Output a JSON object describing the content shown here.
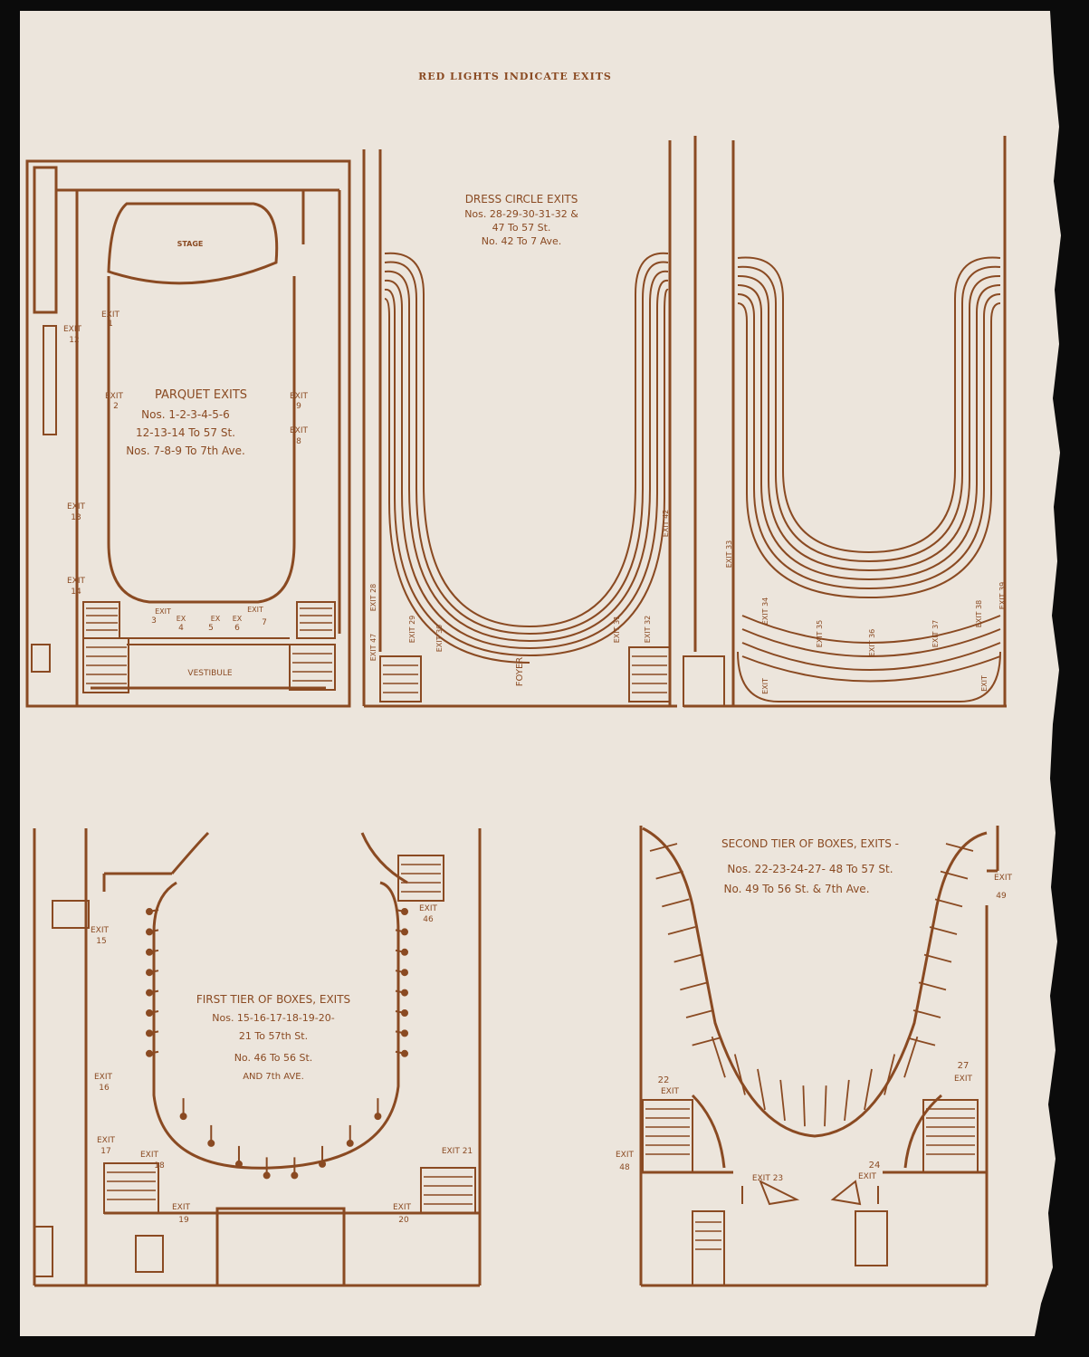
{
  "header": {
    "title": "RED LIGHTS INDICATE EXITS"
  },
  "colors": {
    "paper": "#ece5dc",
    "ink": "#8a4a22",
    "background": "#0b0b0b"
  },
  "parquet": {
    "stage": "STAGE",
    "vestibule": "VESTIBULE",
    "caption": [
      "PARQUET EXITS",
      "Nos. 1-2-3-4-5-6",
      "12-13-14 To 57 St.",
      "Nos. 7-8-9 To 7th Ave."
    ],
    "exits": {
      "e1": [
        "EXIT",
        "1"
      ],
      "e2": [
        "EXIT",
        "2"
      ],
      "e12": [
        "EXIT",
        "12"
      ],
      "e13": [
        "EXIT",
        "13"
      ],
      "e14": [
        "EXIT",
        "14"
      ],
      "e9": [
        "EXIT",
        "9"
      ],
      "e8": [
        "EXIT",
        "8"
      ],
      "e3": [
        "EXIT",
        "3"
      ],
      "e4": [
        "EX",
        "4"
      ],
      "e5": [
        "EX",
        "5"
      ],
      "e6": [
        "EX",
        "6"
      ],
      "e7": [
        "EXIT",
        "7"
      ]
    }
  },
  "dress_circle": {
    "caption": [
      "DRESS CIRCLE EXITS",
      "Nos. 28-29-30-31-32 &",
      "47 To 57 St.",
      "No. 42 To 7 Ave."
    ],
    "foyer": "FOYER",
    "exits": {
      "e28": "EXIT 28",
      "e47": "EXIT 47",
      "e29": "EXIT 29",
      "e30": "EXIT 30",
      "e31": "EXIT 31",
      "e32": "EXIT 32",
      "e42": "EXIT 42"
    }
  },
  "balcony": {
    "exits": {
      "e33": "EXIT 33",
      "e34": "EXIT 34",
      "e35": "EXIT 35",
      "e36": "EXIT 36",
      "e37": "EXIT 37",
      "e38": "EXIT 38",
      "e39": "EXIT 39",
      "ea": "EXIT",
      "eb": "EXIT"
    }
  },
  "first_tier": {
    "caption": [
      "FIRST TIER OF BOXES, EXITS",
      "Nos. 15-16-17-18-19-20-",
      "21 To 57th St.",
      "No. 46 To 56 St.",
      "AND 7th AVE."
    ],
    "exits": {
      "e15": [
        "EXIT",
        "15"
      ],
      "e16": [
        "EXIT",
        "16"
      ],
      "e17": [
        "EXIT",
        "17"
      ],
      "e18": [
        "EXIT",
        "18"
      ],
      "e19": [
        "EXIT",
        "19"
      ],
      "e20": [
        "EXIT",
        "20"
      ],
      "e21": [
        "EXIT 21"
      ],
      "e46": [
        "EXIT",
        "46"
      ]
    }
  },
  "second_tier": {
    "caption": [
      "SECOND TIER OF BOXES, EXITS -",
      "Nos. 22-23-24-27- 48 To 57 St.",
      "No. 49 To 56 St. & 7th Ave."
    ],
    "exits": {
      "e22": [
        "22",
        "EXIT"
      ],
      "e27": [
        "27",
        "EXIT"
      ],
      "e48": [
        "EXIT",
        "48"
      ],
      "e49": [
        "EXIT",
        "49"
      ],
      "e23": [
        "EXIT 23"
      ],
      "e24": [
        "24",
        "EXIT"
      ]
    }
  }
}
